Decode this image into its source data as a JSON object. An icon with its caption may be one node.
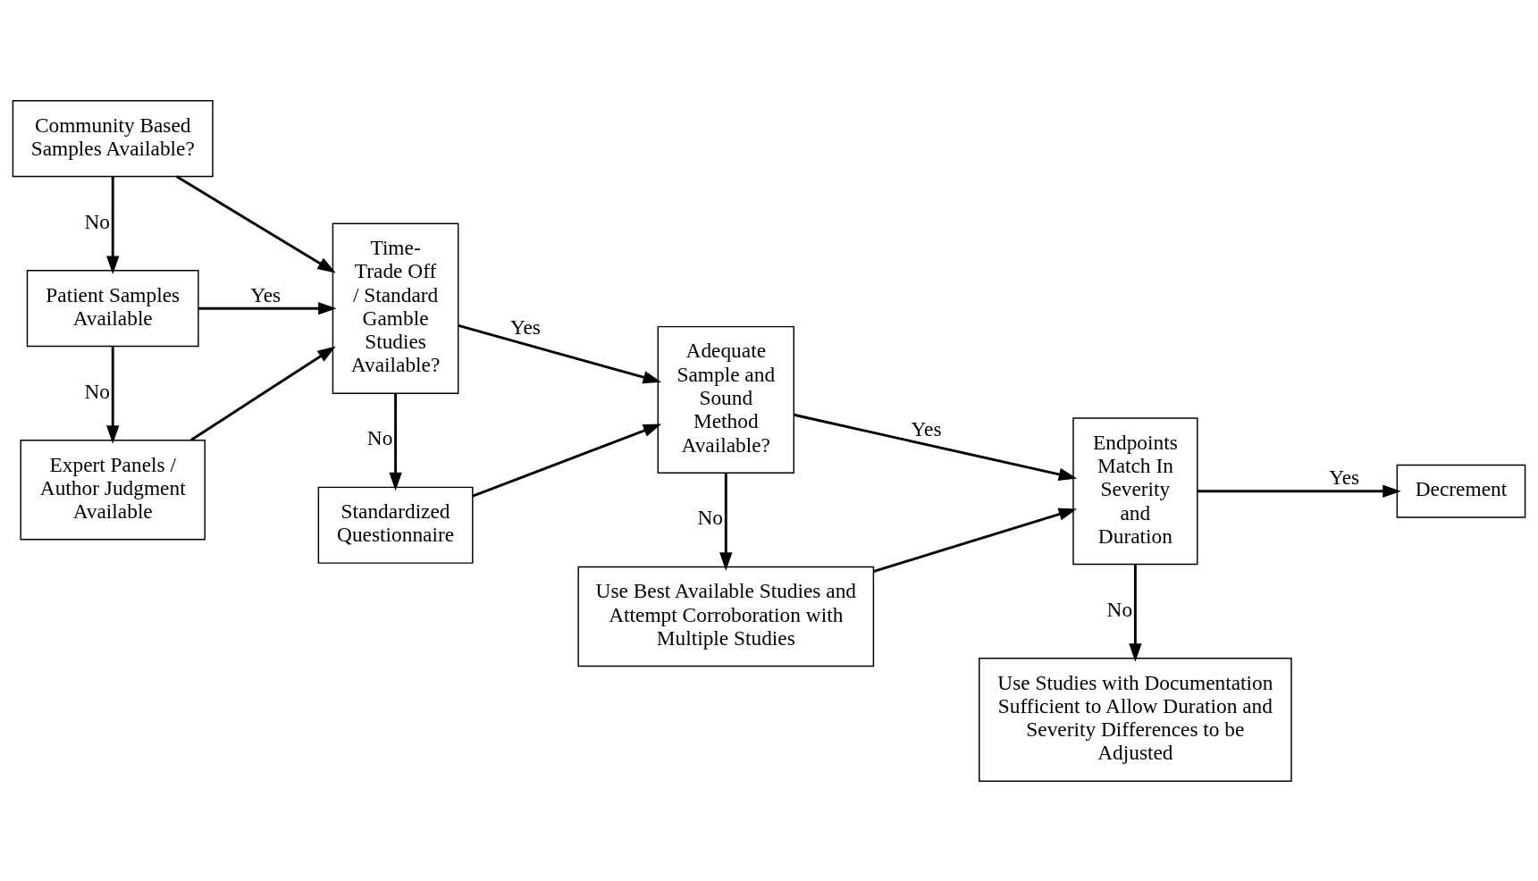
{
  "diagram": {
    "nodes": [
      {
        "text": [
          "Community Based Samples Available?"
        ]
      },
      {
        "text": [
          "Patient Samples Available"
        ]
      },
      {
        "text": [
          "Expert Panels / Author Judgment Available"
        ]
      },
      {
        "text": [
          "Time- Trade Off / Standard Gamble Studies Available?"
        ]
      },
      {
        "text": [
          "Standardized Questionnaire"
        ]
      },
      {
        "text": [
          "Adequate Sample and Sound Method Available?"
        ]
      },
      {
        "text": [
          "Use Best Available Studies and Attempt Corroboration with Multiple Studies"
        ]
      },
      {
        "text": [
          "Endpoints Match In Severity and Duration"
        ]
      },
      {
        "text": [
          "Use Studies with Documentation Sufficient to Allow Duration and Severity Differences to be Adjusted"
        ]
      },
      {
        "text": [
          "Decrement"
        ]
      }
    ],
    "edges": [
      {
        "from": 0,
        "to": 1,
        "arrow": "to",
        "label": "No"
      },
      {
        "from": 1,
        "to": 2,
        "arrow": "to",
        "label": "No"
      },
      {
        "from": 0,
        "to": 3,
        "arrow": "to"
      },
      {
        "from": 1,
        "to": 3,
        "arrow": "to",
        "label": "Yes"
      },
      {
        "from": 2,
        "to": 3,
        "arrow": "to"
      },
      {
        "from": 3,
        "to": 4,
        "arrow": "to",
        "label": "No"
      },
      {
        "from": 3,
        "to": 5,
        "arrow": "to",
        "label": "Yes"
      },
      {
        "from": 4,
        "to": 5,
        "arrow": "to"
      },
      {
        "from": 5,
        "to": 6,
        "arrow": "to",
        "label": "No"
      },
      {
        "from": 5,
        "to": 7,
        "arrow": "to",
        "label": "Yes"
      },
      {
        "from": 6,
        "to": 7,
        "arrow": "to"
      },
      {
        "from": 7,
        "to": 8,
        "arrow": "to",
        "label": "No"
      },
      {
        "from": 7,
        "to": 9,
        "arrow": "to",
        "label": "Yes"
      }
    ]
  }
}
